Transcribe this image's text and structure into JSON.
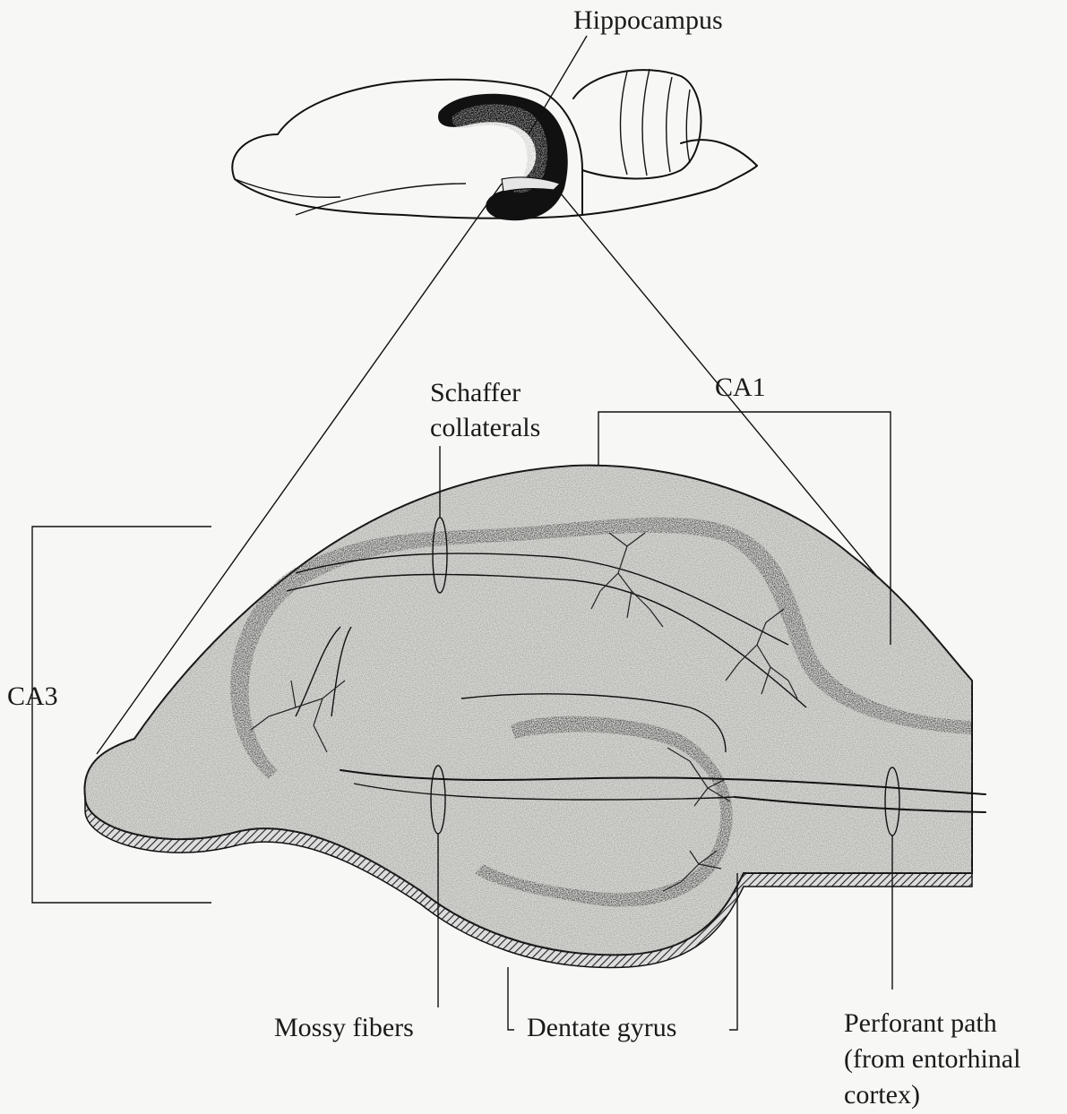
{
  "labels": {
    "hippocampus": "Hippocampus",
    "schaffer_line1": "Schaffer",
    "schaffer_line2": "collaterals",
    "ca1": "CA1",
    "ca3": "CA3",
    "mossy_fibers": "Mossy fibers",
    "dentate_gyrus": "Dentate gyrus",
    "perforant_line1": "Perforant path",
    "perforant_line2": "(from entorhinal",
    "perforant_line3": "cortex)"
  },
  "colors": {
    "background": "#f7f7f5",
    "ink": "#111111",
    "stipple": "#c9c9c9",
    "cell_layer": "#555555"
  }
}
